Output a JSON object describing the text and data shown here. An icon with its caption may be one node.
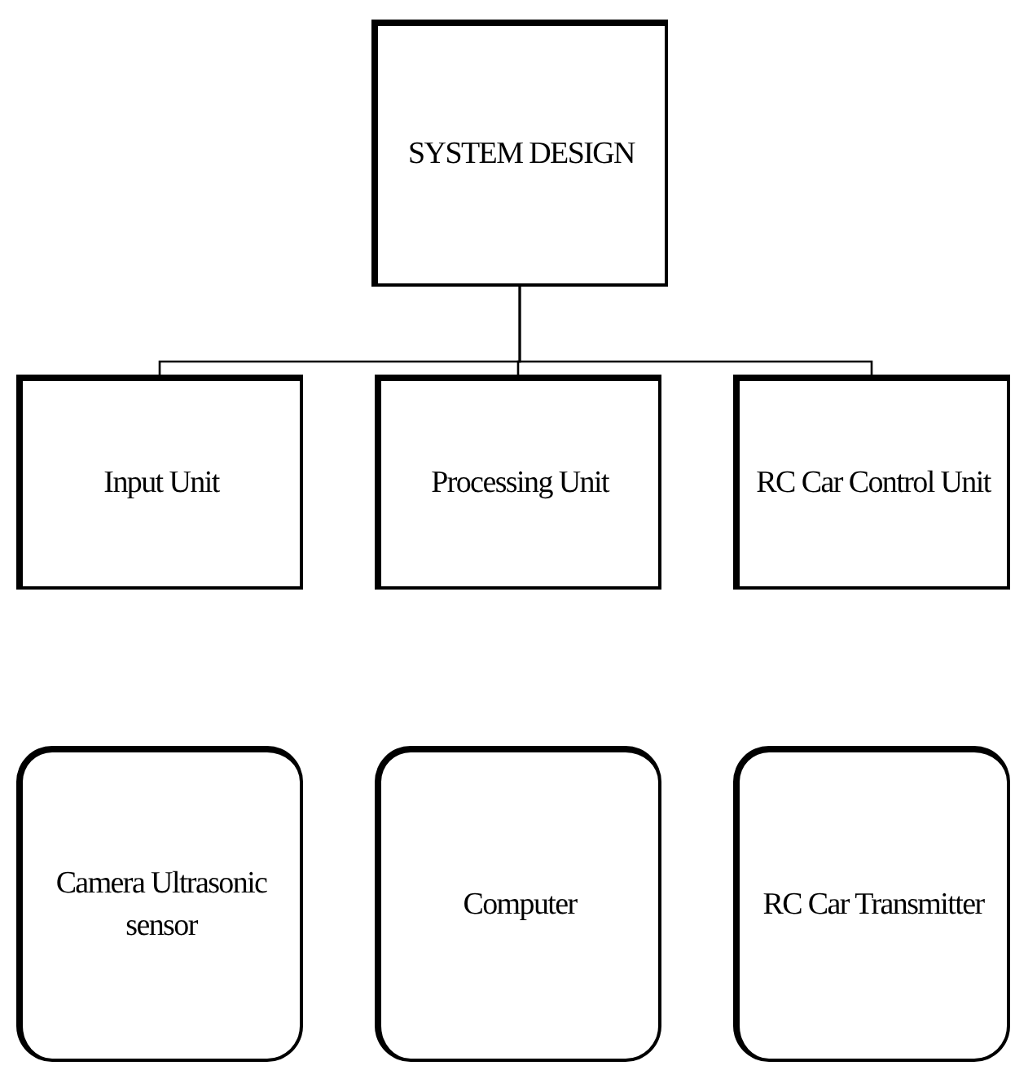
{
  "diagram": {
    "nodes": [
      {
        "text": [
          "SYSTEM DESIGN"
        ]
      },
      {
        "text": [
          "Input Unit"
        ]
      },
      {
        "text": [
          "Processing Unit"
        ]
      },
      {
        "text": [
          "RC Car Control Unit"
        ]
      },
      {
        "text": [
          "Camera Ultrasonic sensor"
        ]
      },
      {
        "text": [
          "Computer"
        ]
      },
      {
        "text": [
          "RC Car Transmitter"
        ]
      }
    ],
    "edges": [
      {
        "from": 0,
        "to": 1,
        "arrow": "none"
      },
      {
        "from": 0,
        "to": 2,
        "arrow": "none"
      },
      {
        "from": 0,
        "to": 3,
        "arrow": "none"
      }
    ]
  }
}
